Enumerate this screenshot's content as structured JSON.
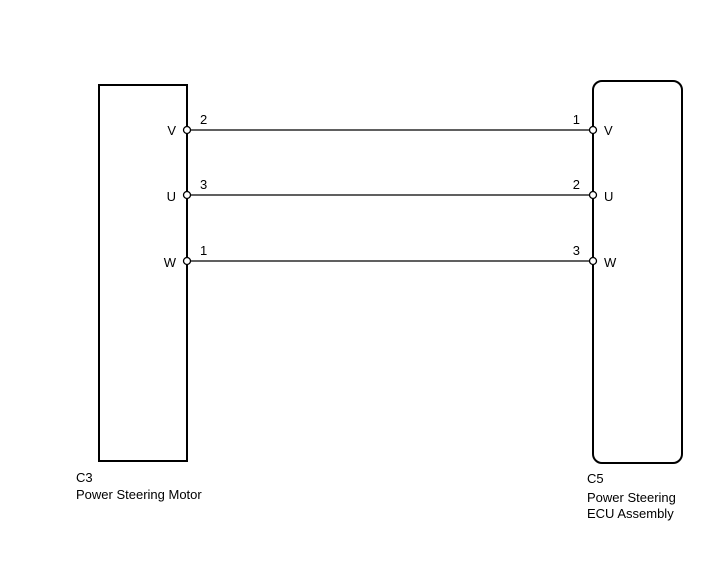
{
  "components": {
    "left": {
      "code": "C3",
      "name_lines": [
        "Power Steering Motor"
      ]
    },
    "right": {
      "code": "C5",
      "name_lines": [
        "Power Steering",
        "ECU Assembly"
      ]
    }
  },
  "wires": [
    {
      "signal": "V",
      "left_pin": "2",
      "right_pin": "1"
    },
    {
      "signal": "U",
      "left_pin": "3",
      "right_pin": "2"
    },
    {
      "signal": "W",
      "left_pin": "1",
      "right_pin": "3"
    }
  ]
}
